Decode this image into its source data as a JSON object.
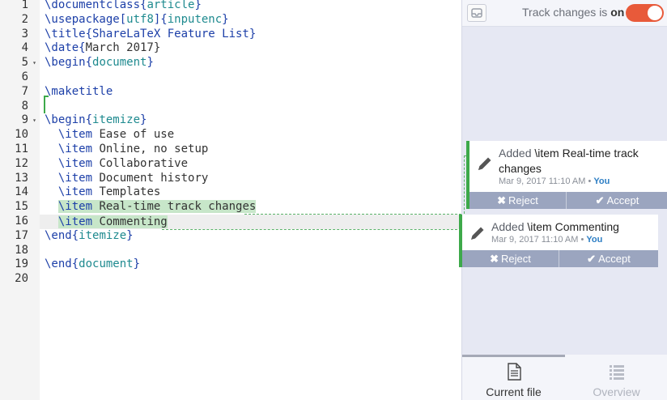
{
  "editor": {
    "line_numbers": [
      "1",
      "2",
      "3",
      "4",
      "5",
      "6",
      "7",
      "8",
      "9",
      "10",
      "11",
      "12",
      "13",
      "14",
      "15",
      "16",
      "17",
      "18",
      "19",
      "20"
    ],
    "lines": [
      [
        {
          "t": "\\documentclass{",
          "c": "kw"
        },
        {
          "t": "article",
          "c": "ar"
        },
        {
          "t": "}",
          "c": "kw"
        }
      ],
      [
        {
          "t": "\\usepackage[",
          "c": "kw"
        },
        {
          "t": "utf8",
          "c": "ar"
        },
        {
          "t": "]{",
          "c": "kw"
        },
        {
          "t": "inputenc",
          "c": "ar"
        },
        {
          "t": "}",
          "c": "kw"
        }
      ],
      [
        {
          "t": "\\title{ShareLaTeX Feature List}",
          "c": "kw"
        }
      ],
      [
        {
          "t": "\\date{",
          "c": "kw"
        },
        {
          "t": "March 2017}",
          "c": ""
        }
      ],
      [
        {
          "t": "\\begin{",
          "c": "kw"
        },
        {
          "t": "document",
          "c": "ar"
        },
        {
          "t": "}",
          "c": "kw"
        }
      ],
      [],
      [
        {
          "t": "\\maketitle",
          "c": "kw"
        }
      ],
      [],
      [
        {
          "t": "\\begin{",
          "c": "kw"
        },
        {
          "t": "itemize",
          "c": "ar"
        },
        {
          "t": "}",
          "c": "kw"
        }
      ],
      [
        {
          "t": "  ",
          "c": ""
        },
        {
          "t": "\\item",
          "c": "kw"
        },
        {
          "t": " Ease of use",
          "c": ""
        }
      ],
      [
        {
          "t": "  ",
          "c": ""
        },
        {
          "t": "\\item",
          "c": "kw"
        },
        {
          "t": " Online, no setup",
          "c": ""
        }
      ],
      [
        {
          "t": "  ",
          "c": ""
        },
        {
          "t": "\\item",
          "c": "kw"
        },
        {
          "t": " Collaborative",
          "c": ""
        }
      ],
      [
        {
          "t": "  ",
          "c": ""
        },
        {
          "t": "\\item",
          "c": "kw"
        },
        {
          "t": " Document history",
          "c": ""
        }
      ],
      [
        {
          "t": "  ",
          "c": ""
        },
        {
          "t": "\\item",
          "c": "kw"
        },
        {
          "t": " Templates",
          "c": ""
        }
      ],
      [
        {
          "t": "  ",
          "c": ""
        },
        {
          "t": "\\item",
          "c": "kw tc-hl"
        },
        {
          "t": " Real-time track changes",
          "c": "tc-hl"
        }
      ],
      [
        {
          "t": "  ",
          "c": ""
        },
        {
          "t": "\\item",
          "c": "kw tc-hl"
        },
        {
          "t": " Commenting",
          "c": "tc-hl"
        }
      ],
      [
        {
          "t": "\\end{",
          "c": "kw"
        },
        {
          "t": "itemize",
          "c": "ar"
        },
        {
          "t": "}",
          "c": "kw"
        }
      ],
      [],
      [
        {
          "t": "\\end{",
          "c": "kw"
        },
        {
          "t": "document",
          "c": "ar"
        },
        {
          "t": "}",
          "c": "kw"
        }
      ],
      []
    ],
    "fold_lines": [
      5,
      9
    ],
    "fold_glyph": "▾",
    "active_line": 16,
    "colors": {
      "keyword": "#1c3fa8",
      "argument": "#1e8a8f",
      "tracked": "#c7e6c9",
      "marker": "#3da94a"
    }
  },
  "review_panel": {
    "toggle_label": "Track changes is",
    "toggle_state": "on",
    "toggle_color": "#e85a3a",
    "entries": [
      {
        "verb": "Added",
        "content": "\\item Real-time track changes",
        "date": "Mar 9, 2017 11:10 AM",
        "separator": "•",
        "author": "You",
        "reject_label": "Reject",
        "accept_label": "Accept"
      },
      {
        "verb": "Added",
        "content": "\\item Commenting",
        "date": "Mar 9, 2017 11:10 AM",
        "separator": "•",
        "author": "You",
        "reject_label": "Reject",
        "accept_label": "Accept"
      }
    ],
    "footer_tabs": [
      {
        "label": "Current file",
        "icon": "file-icon",
        "active": true
      },
      {
        "label": "Overview",
        "icon": "list-icon",
        "active": false
      }
    ]
  }
}
